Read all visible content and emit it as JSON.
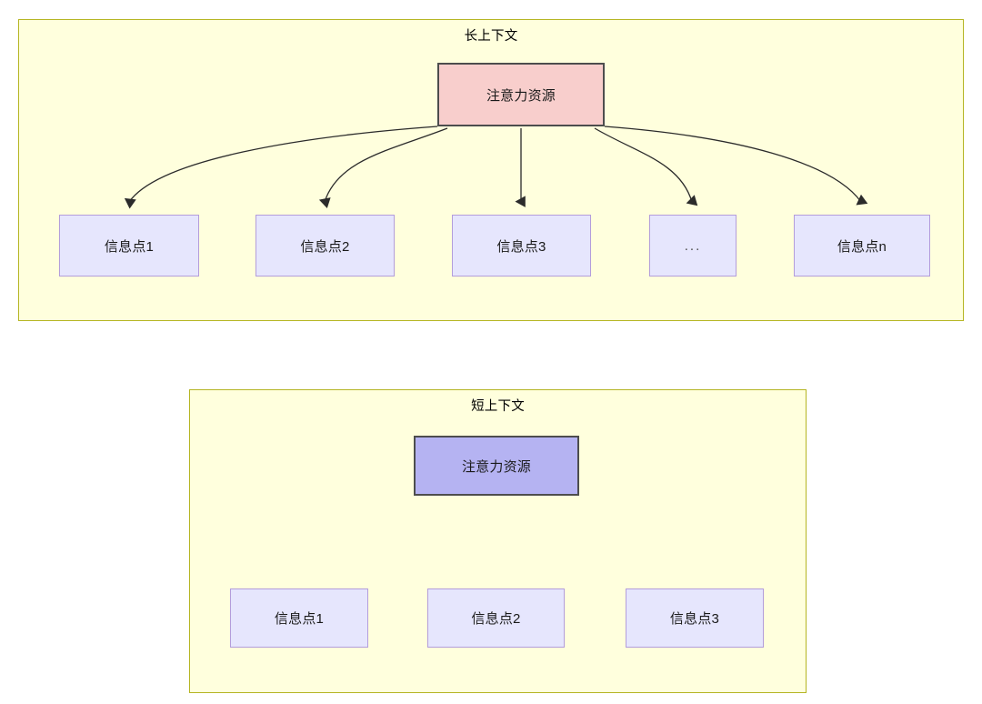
{
  "diagram": {
    "type": "flowchart",
    "background": "#ffffff",
    "groups": [
      {
        "id": "long-context",
        "title": "长上下文",
        "fill": "#ffffdd",
        "stroke": "#b5b522",
        "root": {
          "label": "注意力资源",
          "fill": "#f8cecc",
          "stroke": "#4d4d4d"
        },
        "children": [
          {
            "label": "信息点1",
            "fill": "#e6e6fd",
            "stroke": "#b39ddb"
          },
          {
            "label": "信息点2",
            "fill": "#e6e6fd",
            "stroke": "#b39ddb"
          },
          {
            "label": "信息点3",
            "fill": "#e6e6fd",
            "stroke": "#b39ddb"
          },
          {
            "label": "...",
            "fill": "#e6e6fd",
            "stroke": "#b39ddb"
          },
          {
            "label": "信息点n",
            "fill": "#e6e6fd",
            "stroke": "#b39ddb"
          }
        ]
      },
      {
        "id": "short-context",
        "title": "短上下文",
        "fill": "#ffffdd",
        "stroke": "#b5b522",
        "root": {
          "label": "注意力资源",
          "fill": "#b5b3f2",
          "stroke": "#4d4d4d"
        },
        "children": [
          {
            "label": "信息点1",
            "fill": "#e6e6fd",
            "stroke": "#b39ddb"
          },
          {
            "label": "信息点2",
            "fill": "#e6e6fd",
            "stroke": "#b39ddb"
          },
          {
            "label": "信息点3",
            "fill": "#e6e6fd",
            "stroke": "#b39ddb"
          }
        ]
      }
    ],
    "edge_color": "#2b2b2b"
  }
}
